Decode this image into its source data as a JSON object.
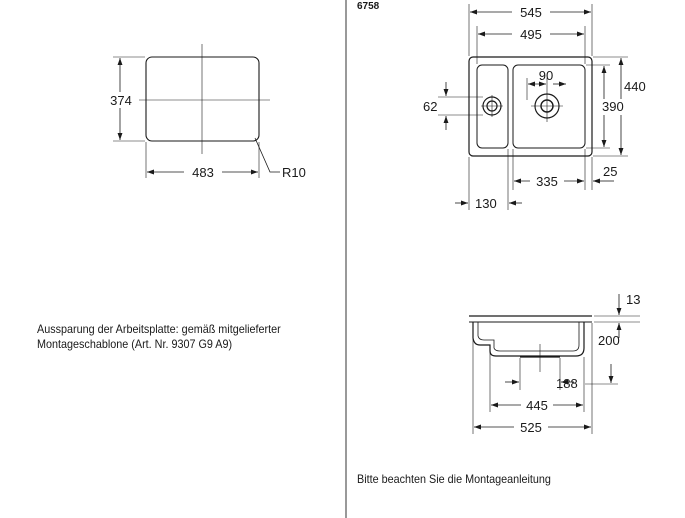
{
  "model_number": "6758",
  "cutout": {
    "height_label": "374",
    "width_label": "483",
    "radius_label": "R10"
  },
  "top_view": {
    "overall_width": "545",
    "inner_width": "495",
    "drain_spacing": "90",
    "overall_depth": "440",
    "inner_depth": "390",
    "small_drain_offset": "62",
    "main_bowl_width": "335",
    "edge_margin": "25",
    "small_bowl_width": "130"
  },
  "side_view": {
    "rim_thickness": "13",
    "bowl_depth": "200",
    "drain_width": "188",
    "bottom_width": "445",
    "top_width": "525"
  },
  "notes": {
    "cutout_line1": "Aussparung der Arbeitsplatte: gemäß mitgelieferter",
    "cutout_line2": "Montageschablone (Art. Nr. 9307 G9 A9)",
    "instructions": "Bitte beachten Sie die Montageanleitung"
  }
}
